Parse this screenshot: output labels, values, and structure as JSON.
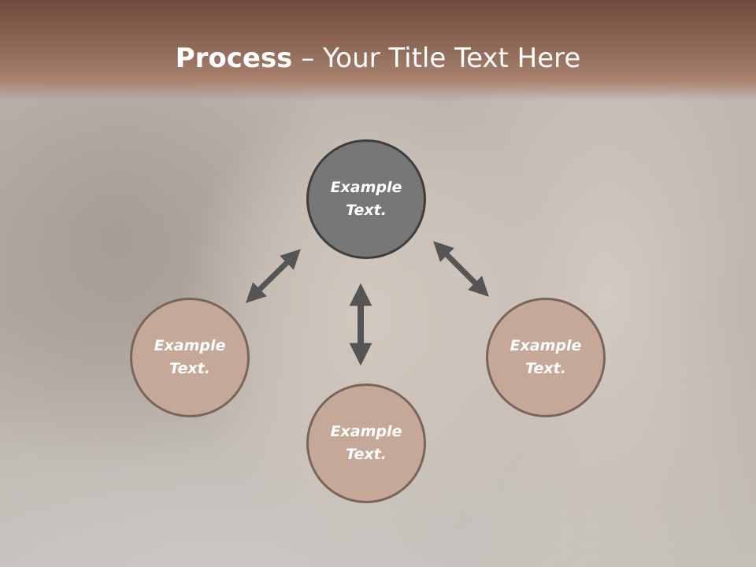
{
  "slide": {
    "title_bold": "Process",
    "title_rest": " – Your Title Text Here"
  },
  "diagram": {
    "nodes": [
      {
        "id": "top",
        "label": "Example\nText."
      },
      {
        "id": "left",
        "label": "Example\nText."
      },
      {
        "id": "right",
        "label": "Example\nText."
      },
      {
        "id": "bottom",
        "label": "Example\nText."
      }
    ],
    "arrows": [
      "double-arrow-icon",
      "double-arrow-icon",
      "double-arrow-icon"
    ]
  },
  "colors": {
    "title_band": "#8e6856",
    "node_primary": "#777777",
    "node_secondary": "#c5a898",
    "arrow": "#555555",
    "text": "#ffffff"
  }
}
